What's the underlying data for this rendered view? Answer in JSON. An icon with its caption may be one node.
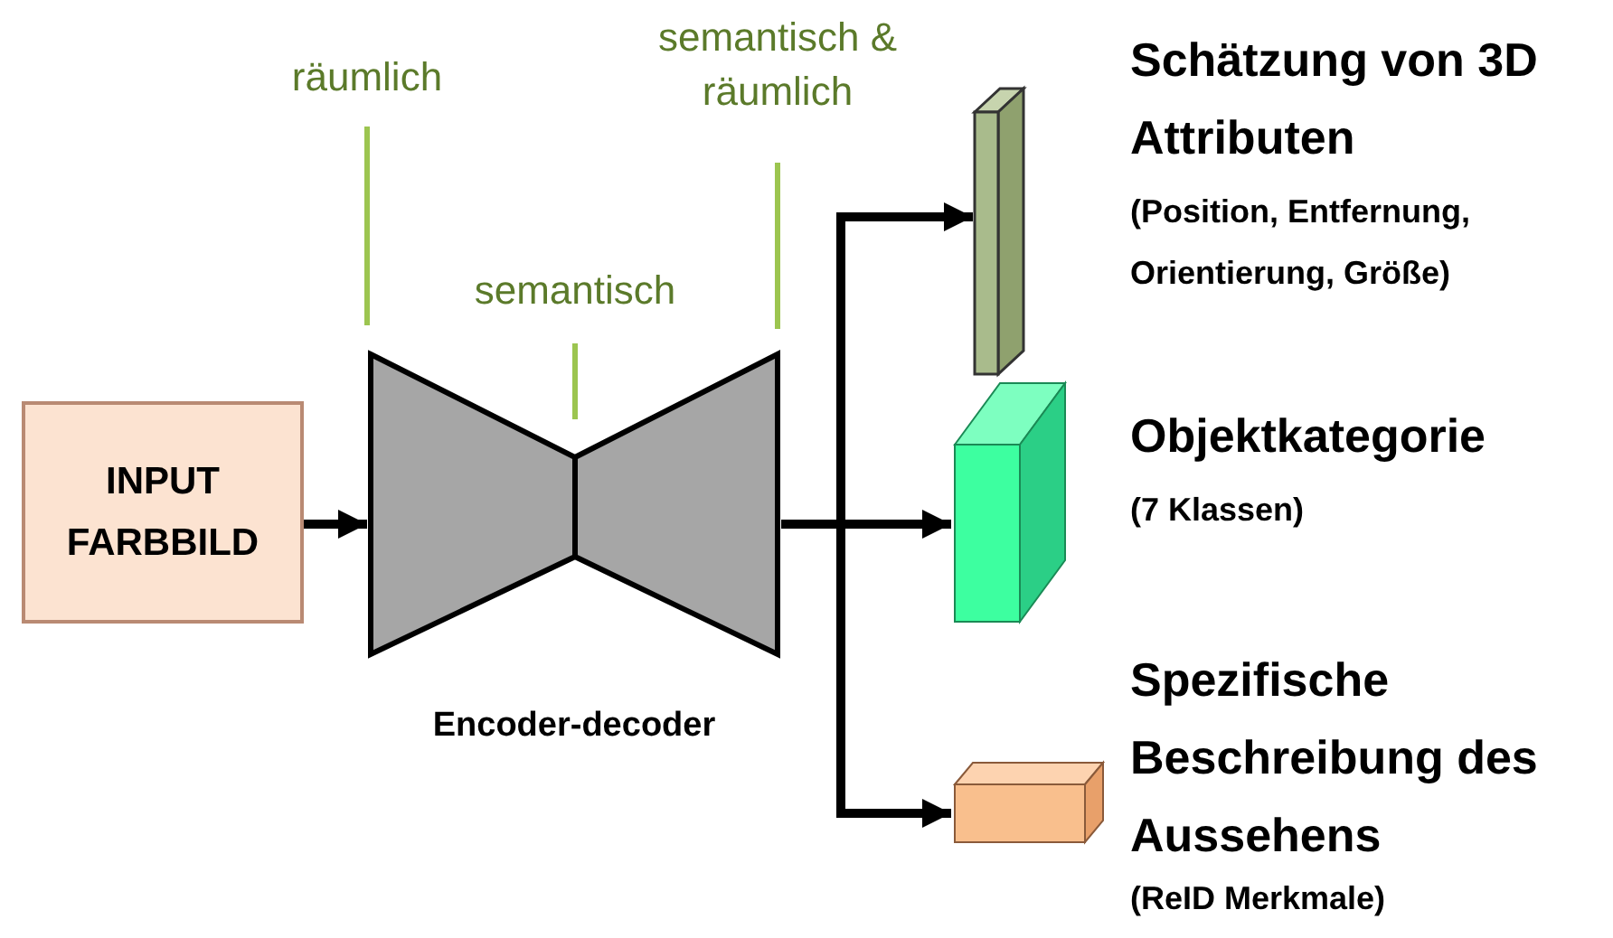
{
  "diagram": {
    "nodes": [
      {
        "text": [
          "INPUT FARBBILD"
        ]
      },
      {
        "text": [
          "Encoder-decoder"
        ]
      },
      {
        "text": [
          "Schätzung von 3D Attributen"
        ],
        "beside": [
          "(Position, Entfernung, Orientierung, Größe)"
        ]
      },
      {
        "text": [
          "Objektkategorie",
          "(7 Klassen)"
        ]
      },
      {
        "text": [
          "Spezifische Beschreibung des Aussehens"
        ],
        "beside": [
          "(ReID Merkmale)"
        ]
      }
    ],
    "edges": [
      {
        "from": 0,
        "to": 1,
        "arrow": "to"
      },
      {
        "from": 1,
        "to": 2,
        "arrow": "to"
      },
      {
        "from": 1,
        "to": 3,
        "arrow": "to"
      },
      {
        "from": 1,
        "to": 4,
        "arrow": "to"
      }
    ],
    "labels": [
      "räumlich",
      "semantisch & räumlich",
      "semantisch"
    ]
  }
}
